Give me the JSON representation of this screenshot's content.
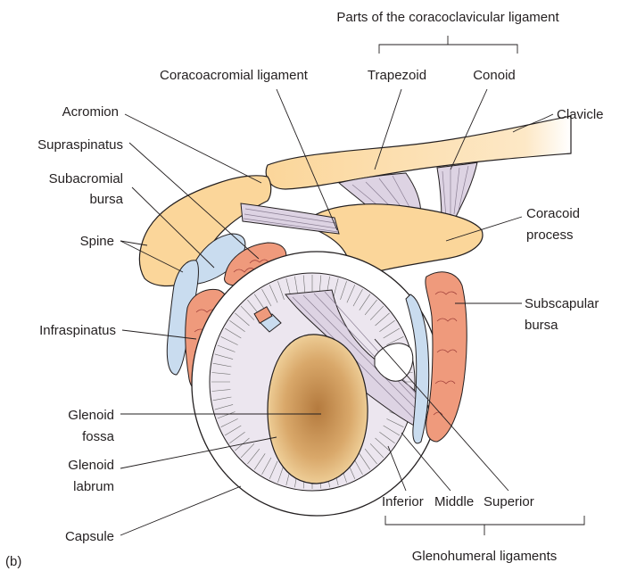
{
  "labels": {
    "coracoclavicular_header": "Parts of the coracoclavicular ligament",
    "coracoacromial": "Coracoacromial ligament",
    "trapezoid": "Trapezoid",
    "conoid": "Conoid",
    "acromion": "Acromion",
    "clavicle": "Clavicle",
    "supraspinatus": "Supraspinatus",
    "subacromial_bursa_1": "Subacromial",
    "subacromial_bursa_2": "bursa",
    "coracoid_1": "Coracoid",
    "coracoid_2": "process",
    "spine": "Spine",
    "subscapular_1": "Subscapular",
    "subscapular_2": "bursa",
    "infraspinatus": "Infraspinatus",
    "glenoid_fossa_1": "Glenoid",
    "glenoid_fossa_2": "fossa",
    "glenoid_labrum_1": "Glenoid",
    "glenoid_labrum_2": "labrum",
    "capsule": "Capsule",
    "inferior": "Inferior",
    "middle": "Middle",
    "superior": "Superior",
    "glenohumeral": "Glenohumeral ligaments",
    "panel": "(b)"
  },
  "colors": {
    "bone": "#fbd69a",
    "bone_edge": "#231f20",
    "muscle": "#ef9a7c",
    "muscle_line": "#a0403a",
    "bursa": "#c9dcef",
    "ligament": "#ddd3e3",
    "fossa_center": "#b47a3e",
    "fossa_edge": "#f3d7a2"
  }
}
